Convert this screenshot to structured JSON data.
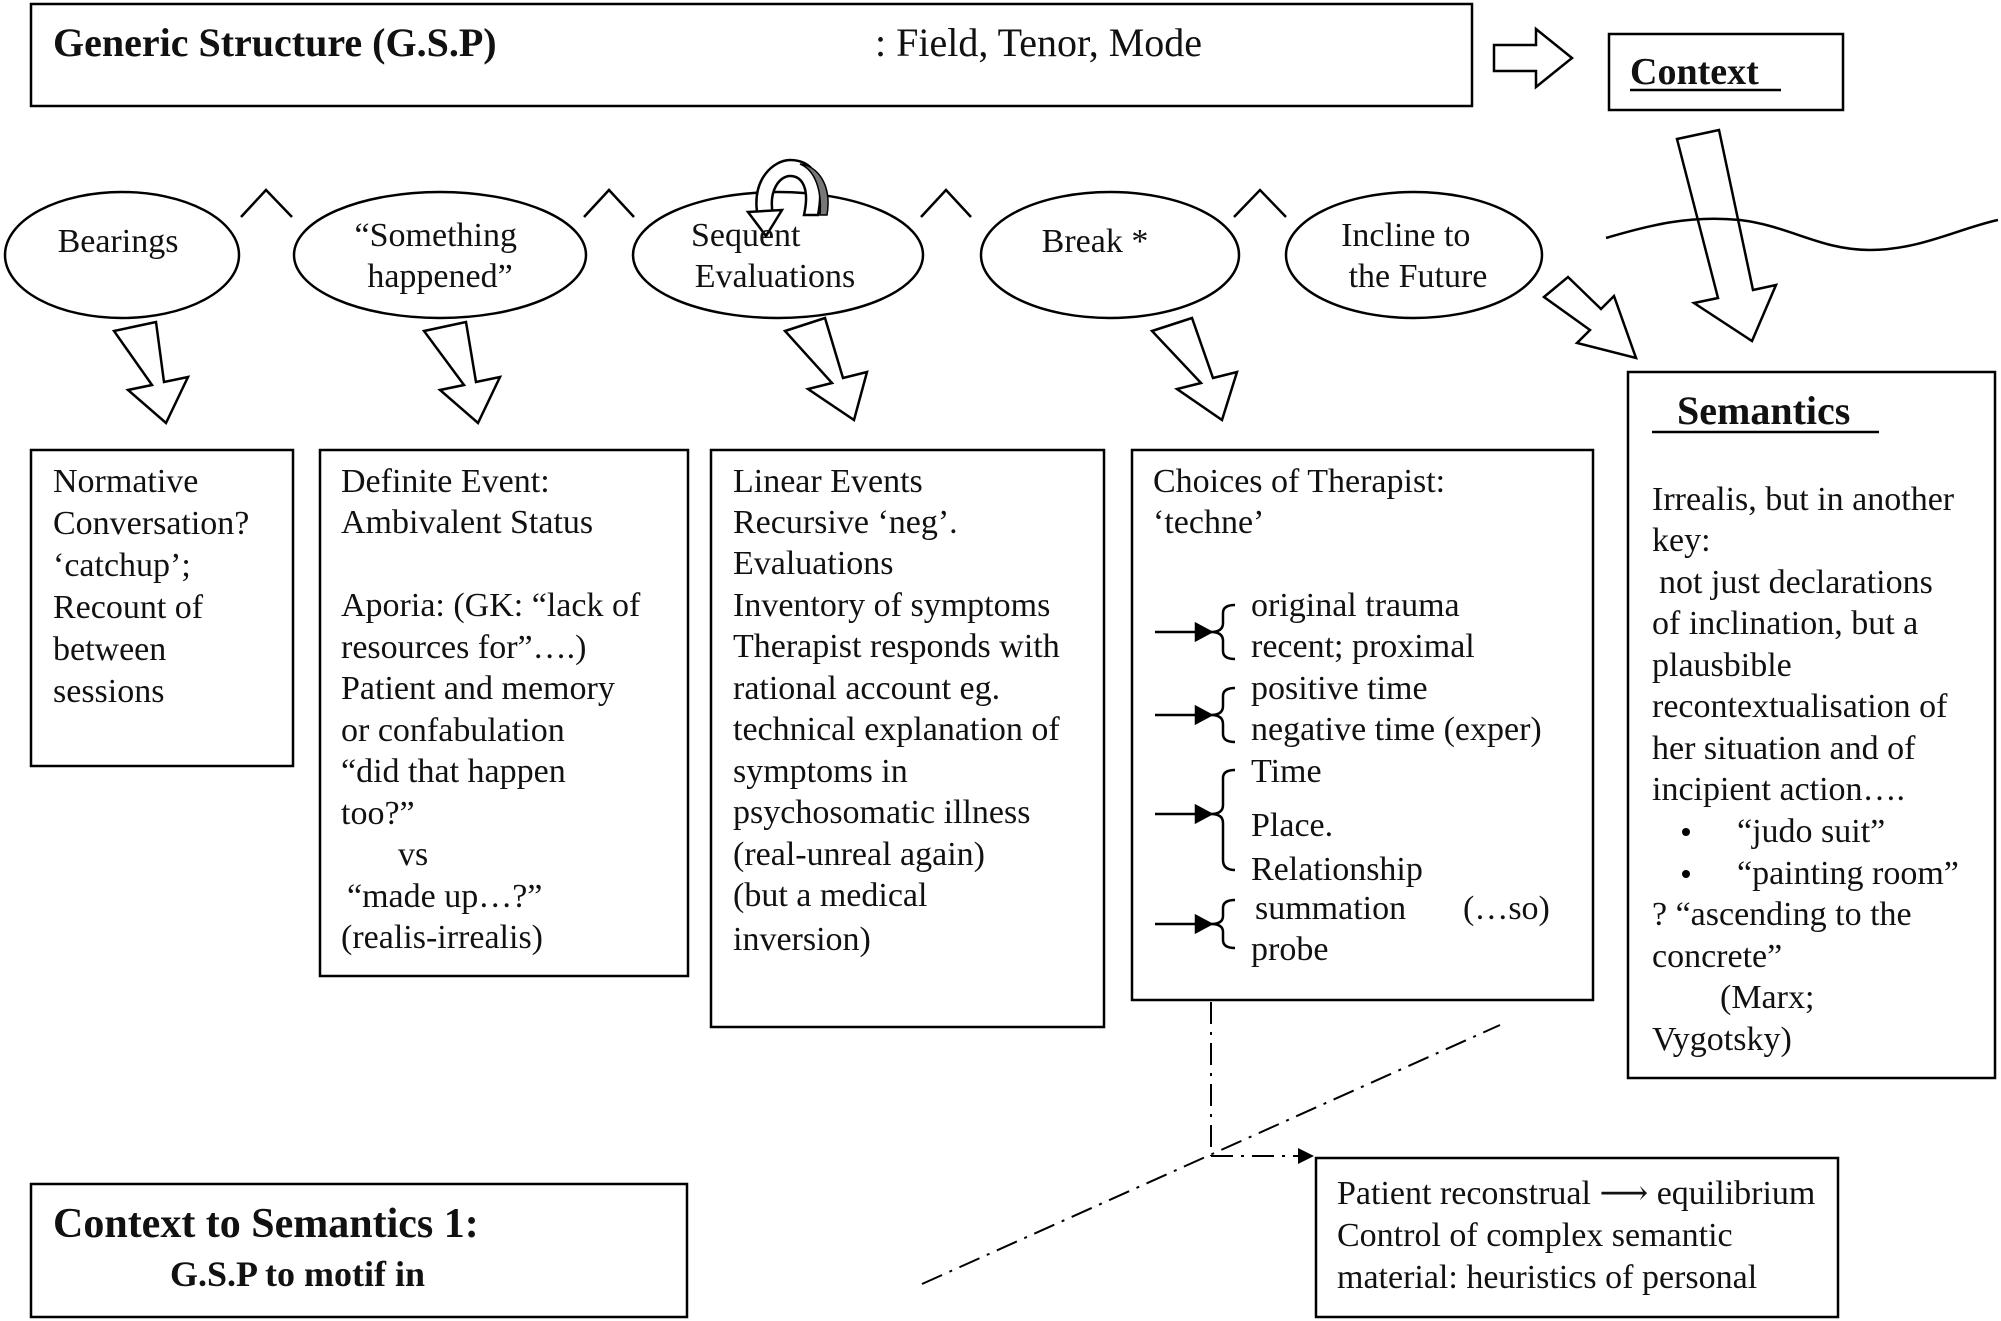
{
  "header": {
    "title": "Generic Structure (G.S.P)",
    "subtitle": ": Field, Tenor, Mode"
  },
  "context_label": "Context",
  "stages": [
    {
      "lines": [
        "Bearings"
      ]
    },
    {
      "lines": [
        "“Something",
        "happened”"
      ]
    },
    {
      "lines": [
        "Sequent",
        "Evaluations"
      ]
    },
    {
      "lines": [
        "Break *"
      ]
    },
    {
      "lines": [
        "Incline to",
        "the Future"
      ]
    }
  ],
  "boxes": [
    {
      "lines": [
        "Normative",
        "Conversation?",
        "‘catchup’;",
        "Recount of",
        "between",
        "sessions"
      ]
    },
    {
      "lines": [
        "Definite Event:",
        "Ambivalent Status",
        "",
        "Aporia: (GK: “lack of",
        "resources for”….)",
        "Patient and memory",
        "or confabulation",
        "“did that happen",
        "too?”",
        "vs",
        "“made up…?”",
        "(realis-irrealis)"
      ]
    },
    {
      "lines": [
        "Linear Events",
        "Recursive ‘neg’.",
        "Evaluations",
        "Inventory of symptoms",
        "Therapist responds with",
        "rational account eg.",
        "technical explanation of",
        "symptoms in",
        "psychosomatic illness",
        "(real-unreal again)",
        "(but a medical",
        "inversion)"
      ]
    }
  ],
  "therapist": {
    "title_lines": [
      "Choices of Therapist:",
      "‘techne’"
    ],
    "groups": [
      [
        "original trauma",
        "recent; proximal"
      ],
      [
        "positive time",
        "negative time (exper)"
      ],
      [
        "Time",
        "Place.",
        "Relationship"
      ],
      [
        "summation",
        "probe"
      ]
    ],
    "aside": "(…so)"
  },
  "semantics": {
    "title": "Semantics",
    "lines": [
      "Irrealis, but in another",
      "key:",
      "not just declarations",
      "of inclination, but a",
      "plausbible",
      "recontextualisation of",
      "her situation and of",
      "incipient action…."
    ],
    "bullets": [
      "“judo suit”",
      "“painting room”"
    ],
    "tail": [
      "?  “ascending to the",
      "concrete”",
      "(Marx;",
      "Vygotsky)"
    ]
  },
  "footer": {
    "title": "Context to Semantics 1:",
    "subtitle": "G.S.P to motif in"
  },
  "result": {
    "lines": [
      "Patient reconstrual ⟶  equilibrium",
      "Control of complex semantic",
      "material: heuristics of personal"
    ]
  }
}
